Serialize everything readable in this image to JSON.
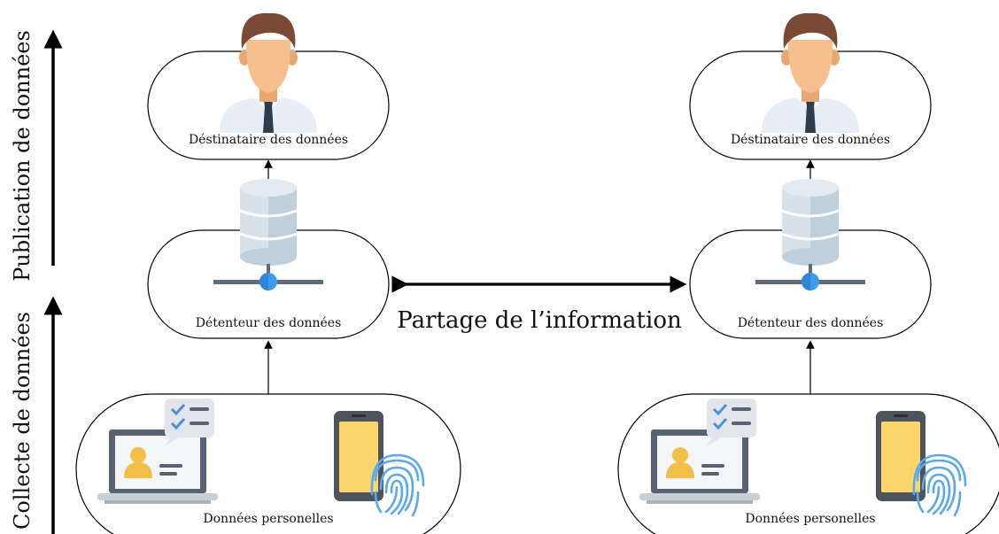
{
  "axes": {
    "publication": "Publication de données",
    "collecte": "Collecte de données"
  },
  "center": {
    "sharing": "Partage de l’information"
  },
  "left": {
    "recipient": "Déstinataire des données",
    "holder": "Détenteur des données",
    "data": "Données personelles"
  },
  "right": {
    "recipient": "Déstinataire des données",
    "holder": "Détenteur des données",
    "data": "Données personelles"
  },
  "colors": {
    "skin": "#F5C08E",
    "skinShade": "#E8A874",
    "hair": "#7A4A34",
    "shirt": "#E7EEF7",
    "tie": "#2F3C4E",
    "dbLight": "#D6E1EA",
    "dbMid": "#BFCFDC",
    "node": "#3C9BEB",
    "bar": "#616C7A",
    "laptop": "#596273",
    "screen": "#F4F6F8",
    "card": "#F3C047",
    "check": "#4A90E2",
    "phone": "#4E545E",
    "phoneScreen": "#FCD66B",
    "finger": "#5AA8F0"
  },
  "icons": [
    "person-icon",
    "database-icon",
    "laptop-profile-icon",
    "phone-icon",
    "fingerprint-icon"
  ]
}
